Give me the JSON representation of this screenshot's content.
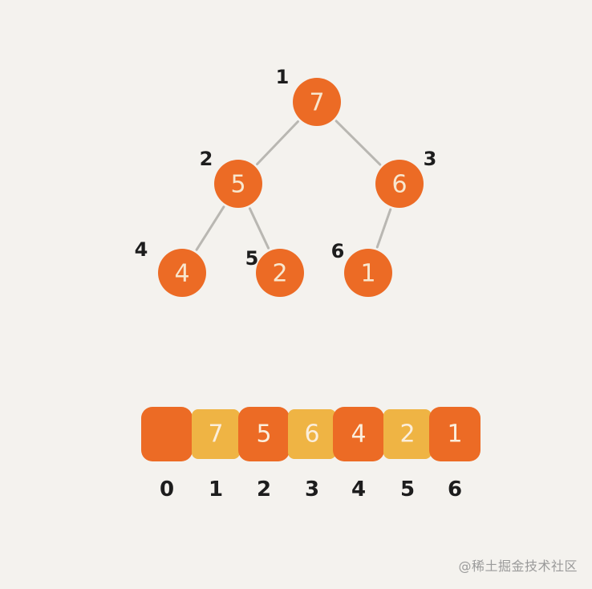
{
  "tree": {
    "nodes": [
      {
        "index": "1",
        "value": "7"
      },
      {
        "index": "2",
        "value": "5"
      },
      {
        "index": "3",
        "value": "6"
      },
      {
        "index": "4",
        "value": "4"
      },
      {
        "index": "5",
        "value": "2"
      },
      {
        "index": "6",
        "value": "1"
      }
    ],
    "edges": [
      [
        "1",
        "2"
      ],
      [
        "1",
        "3"
      ],
      [
        "2",
        "4"
      ],
      [
        "2",
        "5"
      ],
      [
        "3",
        "6"
      ]
    ]
  },
  "array": {
    "cells": [
      {
        "value": "",
        "index": "0",
        "tone": "dark"
      },
      {
        "value": "7",
        "index": "1",
        "tone": "light"
      },
      {
        "value": "5",
        "index": "2",
        "tone": "dark"
      },
      {
        "value": "6",
        "index": "3",
        "tone": "light"
      },
      {
        "value": "4",
        "index": "4",
        "tone": "dark"
      },
      {
        "value": "2",
        "index": "5",
        "tone": "light"
      },
      {
        "value": "1",
        "index": "6",
        "tone": "dark"
      }
    ]
  },
  "colors": {
    "background": "#f4f2ee",
    "dark": "#ec6b25",
    "light": "#efb444",
    "edge": "#b9b7b2"
  },
  "watermark": {
    "text": "@稀土掘金技术社区"
  }
}
